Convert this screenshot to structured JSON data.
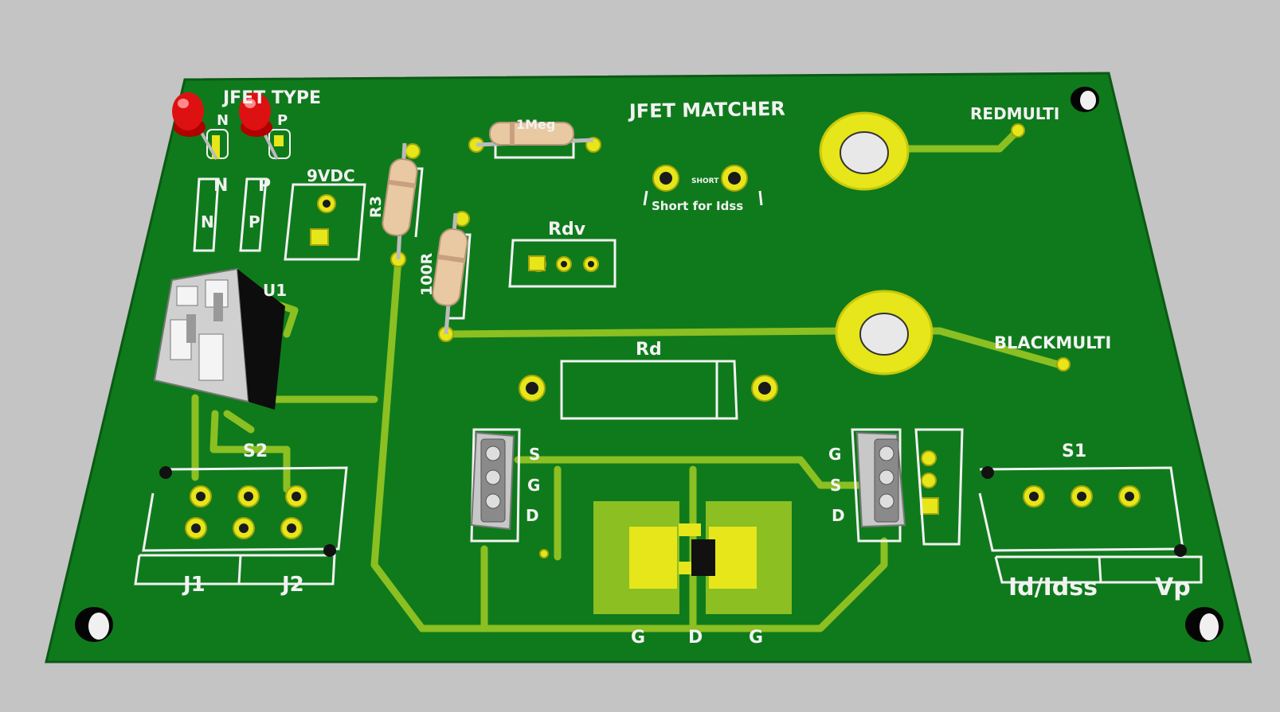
{
  "colors": {
    "background": "#c4c4c4",
    "board": "#0f7a1c",
    "board_edge": "#0a5a14",
    "trace": "#8bbf22",
    "pad": "#e6e61a",
    "silkscreen": "#f2f2f2",
    "led": "#dd1111"
  },
  "board": {
    "title": "JFET MATCHER",
    "jfet_type": "JFET TYPE",
    "led_n": "N",
    "led_p": "P",
    "polarity_n": "N",
    "polarity_p": "P",
    "sw_n_label": "N",
    "sw_p_label": "P",
    "power_label": "9VDC",
    "r3_label": "R3",
    "r100_label": "100R",
    "r1meg_label": "1Meg",
    "rdv_label": "Rdv",
    "rd_label": "Rd",
    "u1_label": "U1",
    "short_small": "SHORT",
    "short_label": "Short for Idss",
    "redmulti_label": "REDMULTI",
    "blackmulti_label": "BLACKMULTI",
    "s2_label": "S2",
    "s1_label": "S1",
    "j1_label": "J1",
    "j2_label": "J2",
    "id_idss_label": "Id/Idss",
    "vp_label": "Vp",
    "left_socket_pins": [
      "S",
      "G",
      "D"
    ],
    "right_socket_pins": [
      "G",
      "S",
      "D"
    ],
    "bottom_pins": [
      "G",
      "D",
      "G"
    ]
  }
}
